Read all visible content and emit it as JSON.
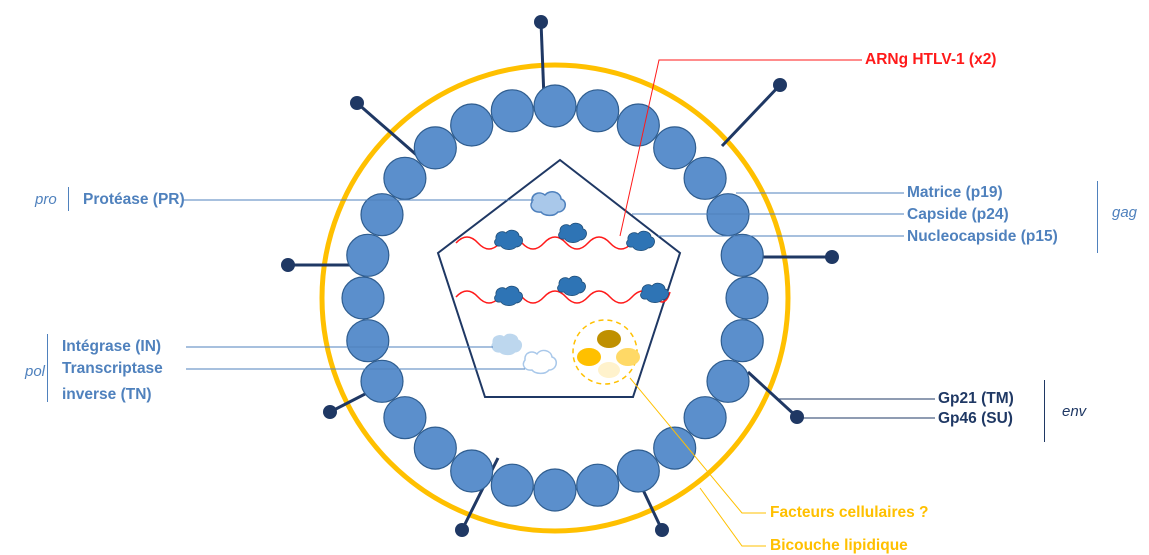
{
  "labels": {
    "arng": "ARNg HTLV-1 (x2)",
    "protease": "Protéase (PR)",
    "matrice": "Matrice (p19)",
    "capside": "Capside (p24)",
    "nucleocapside": "Nucleocapside (p15)",
    "integrase": "Intégrase (IN)",
    "transcriptase_1": "Transcriptase",
    "transcriptase_2": "inverse (TN)",
    "gp21": "Gp21 (TM)",
    "gp46": "Gp46 (SU)",
    "facteurs": "Facteurs cellulaires ?",
    "bicouche": "Bicouche lipidique"
  },
  "groups": {
    "pro": "pro",
    "pol": "pol",
    "gag": "gag",
    "env": "env"
  },
  "colors": {
    "envelope": "#ffc000",
    "matrix_fill": "#5b8fcc",
    "matrix_stroke": "#2f5d8f",
    "capsid": "#1f3864",
    "rna": "#ff1a1a",
    "nucleocapsid": "#2e74b5",
    "label_blue": "#4f81bd",
    "label_navy": "#1f3864"
  }
}
